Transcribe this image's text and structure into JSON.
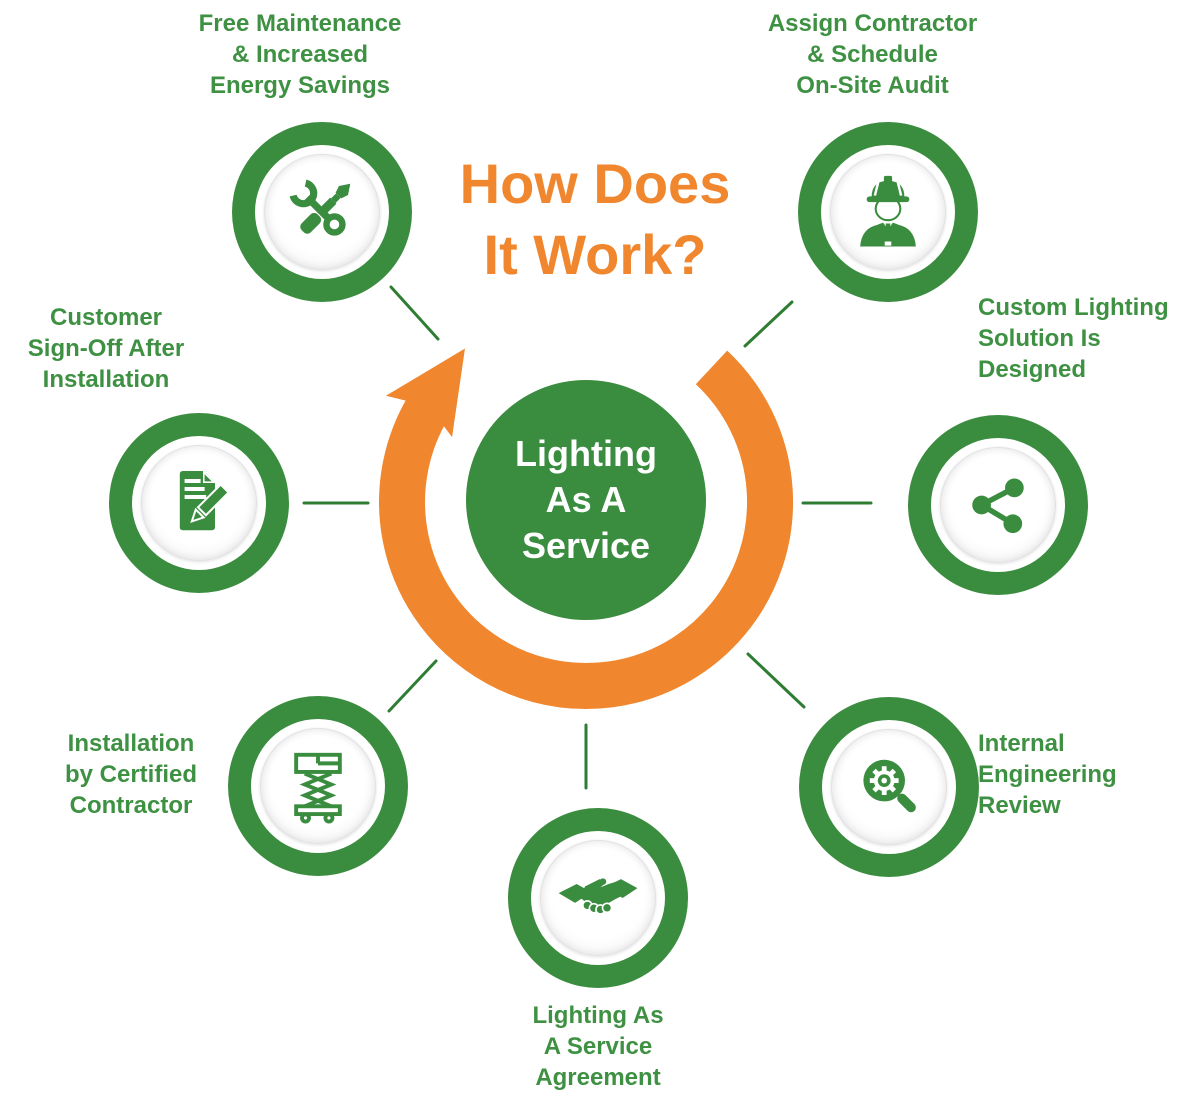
{
  "title": {
    "line1": "How Does",
    "line2": "It Work?"
  },
  "center": {
    "line1": "Lighting",
    "line2": "As A",
    "line3": "Service"
  },
  "colors": {
    "green": "#3a8c3f",
    "label_green": "#3e9142",
    "connector_green": "#2e7d33",
    "orange": "#f0862d",
    "white": "#ffffff"
  },
  "nodes": [
    {
      "id": "free-maintenance",
      "icon": "tools-icon",
      "label_lines": [
        "Free Maintenance",
        "& Increased",
        "Energy Savings"
      ]
    },
    {
      "id": "assign-contractor",
      "icon": "worker-icon",
      "label_lines": [
        "Assign Contractor",
        "& Schedule",
        "On-Site Audit"
      ]
    },
    {
      "id": "custom-solution",
      "icon": "share-icon",
      "label_lines": [
        "Custom Lighting",
        "Solution Is",
        "Designed"
      ]
    },
    {
      "id": "engineering-review",
      "icon": "gear-magnifier-icon",
      "label_lines": [
        "Internal",
        "Engineering",
        "Review"
      ]
    },
    {
      "id": "service-agreement",
      "icon": "handshake-icon",
      "label_lines": [
        "Lighting As",
        "A Service",
        "Agreement"
      ]
    },
    {
      "id": "certified-installation",
      "icon": "scissor-lift-icon",
      "label_lines": [
        "Installation",
        "by Certified",
        "Contractor"
      ]
    },
    {
      "id": "customer-sign-off",
      "icon": "document-pencil-icon",
      "label_lines": [
        "Customer",
        "Sign-Off After",
        "Installation"
      ]
    }
  ]
}
